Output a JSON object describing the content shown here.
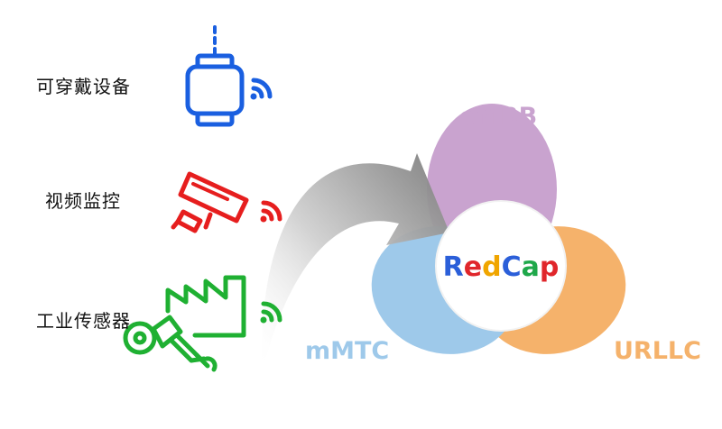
{
  "devices": {
    "wearable_label": "可穿戴设备",
    "video_label": "视频监控",
    "industrial_label": "工业传感器"
  },
  "petals": {
    "embb": "eMBB",
    "mmtc": "mMTC",
    "urllc": "URLLC"
  },
  "center": {
    "letters": [
      "R",
      "e",
      "d",
      "C",
      "a",
      "p"
    ]
  },
  "colors": {
    "wearable": "#1a5fe0",
    "video": "#e61e1e",
    "industrial": "#1fb032",
    "embb": "#c9a3cf",
    "mmtc": "#9ec9ea",
    "urllc": "#f5b26b",
    "redcap_R": "#2b5fd9",
    "redcap_e": "#e0262b",
    "redcap_d": "#f0a500",
    "redcap_C": "#2b5fd9",
    "redcap_a": "#1fa84a",
    "redcap_p": "#e0262b"
  }
}
